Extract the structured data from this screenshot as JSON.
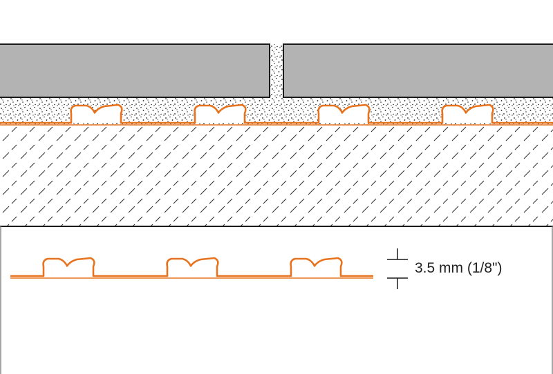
{
  "diagram": {
    "dimension_label": "3.5 mm (1/8\")",
    "layers": [
      "tile",
      "grout-joint",
      "thin-set-mortar",
      "uncoupling-membrane",
      "substrate",
      "membrane-detail"
    ]
  },
  "colors": {
    "tile_fill": "#b3b3b3",
    "outline": "#1a1a1a",
    "membrane": "#e8731e",
    "membrane_fill": "#ffffff",
    "stipple": "#222222",
    "hatch": "#333333",
    "background": "#ffffff"
  }
}
